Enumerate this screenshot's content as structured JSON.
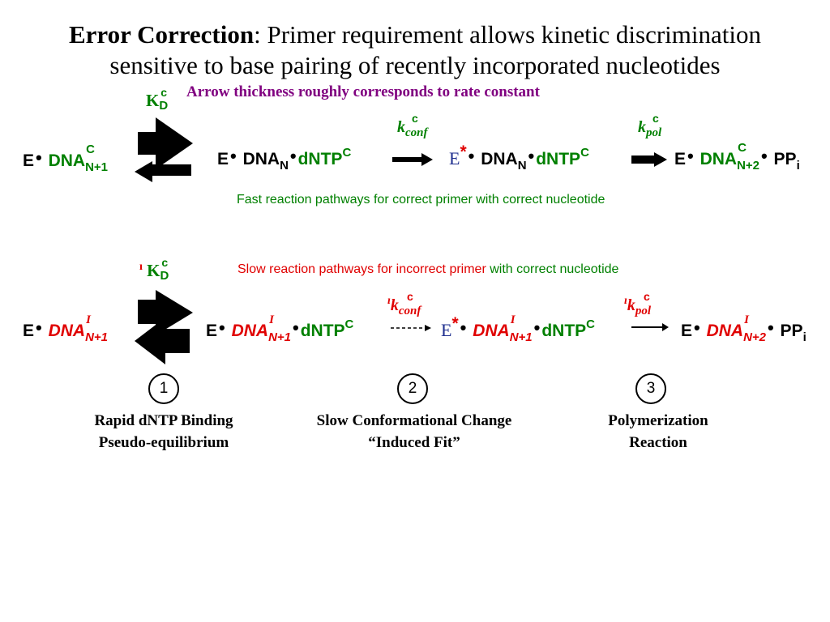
{
  "title": {
    "bold": "Error Correction",
    "rest_line1": ": Primer requirement allows kinetic discrimination",
    "line2": "sensitive to base pairing of recently incorporated nucleotides"
  },
  "subtitle": "Arrow thickness roughly corresponds to rate constant",
  "symbols": {
    "E": "E",
    "dot": "•",
    "E_star": "E",
    "star": "*",
    "K": "K",
    "D": "D",
    "c": "c",
    "C": "C",
    "I": "I",
    "prime": "ı"
  },
  "row1": {
    "kd_label": "K",
    "species1": {
      "E": "E",
      "dna": "DNA",
      "sup": "C",
      "sub": "N+1"
    },
    "species2": {
      "E": "E",
      "dna": "DNA",
      "sub": "N",
      "dntp": "dNTP",
      "sup": "C"
    },
    "kconf": {
      "k": "k",
      "sub": "conf",
      "sup": "c"
    },
    "species3": {
      "E": "E",
      "star": "*",
      "dna": "DNA",
      "sub": "N",
      "dntp": "dNTP",
      "sup": "C"
    },
    "kpol": {
      "k": "k",
      "sub": "pol",
      "sup": "c"
    },
    "species4": {
      "E": "E",
      "dna": "DNA",
      "sup": "C",
      "sub": "N+2",
      "pp": "PP",
      "pp_sub": "i"
    },
    "note": "Fast reaction pathways for correct primer with correct nucleotide"
  },
  "row2": {
    "note_red": "Slow reaction pathways for incorrect primer",
    "note_green": " with correct nucleotide",
    "species1": {
      "E": "E",
      "dna": "DNA",
      "sup": "I",
      "sub": "N+1"
    },
    "species2": {
      "E": "E",
      "dna": "DNA",
      "sup": "I",
      "sub": "N+1",
      "dntp": "dNTP",
      "dsup": "C"
    },
    "kconf": {
      "k": "k",
      "sub": "conf",
      "sup": "c"
    },
    "species3": {
      "E": "E",
      "star": "*",
      "dna": "DNA",
      "sup": "I",
      "sub": "N+1",
      "dntp": "dNTP",
      "dsup": "C"
    },
    "kpol": {
      "k": "k",
      "sub": "pol",
      "sup": "c"
    },
    "species4": {
      "E": "E",
      "dna": "DNA",
      "sup": "I",
      "sub": "N+2",
      "pp": "PP",
      "pp_sub": "i"
    }
  },
  "steps": [
    {
      "num": "1",
      "line1": "Rapid dNTP Binding",
      "line2": "Pseudo-equilibrium"
    },
    {
      "num": "2",
      "line1": "Slow Conformational Change",
      "line2": "“Induced Fit”"
    },
    {
      "num": "3",
      "line1": "Polymerization",
      "line2": "Reaction"
    }
  ]
}
